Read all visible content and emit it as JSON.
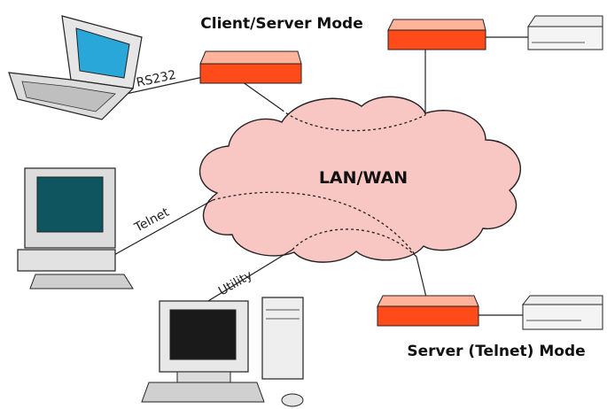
{
  "titles": {
    "client_server_mode": "Client/Server Mode",
    "server_telnet_mode": "Server (Telnet) Mode"
  },
  "network": {
    "cloud_label": "LAN/WAN",
    "cloud_color": "#f9c7c3"
  },
  "connections": {
    "rs232": "RS232",
    "telnet": "Telnet",
    "utility": "Utility"
  },
  "colors": {
    "device_server": "#ff4a1a",
    "outline": "#222222"
  }
}
